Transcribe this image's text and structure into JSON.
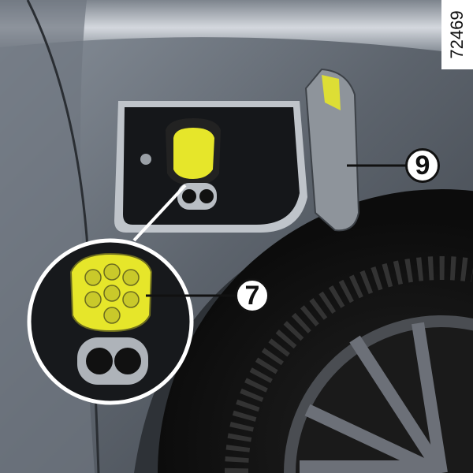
{
  "reference_number": "72469",
  "callouts": {
    "charging_flap": "9",
    "charging_socket": "7"
  },
  "colors": {
    "socket_highlight": "#e6e62a",
    "body_paint": "#5f6670"
  }
}
